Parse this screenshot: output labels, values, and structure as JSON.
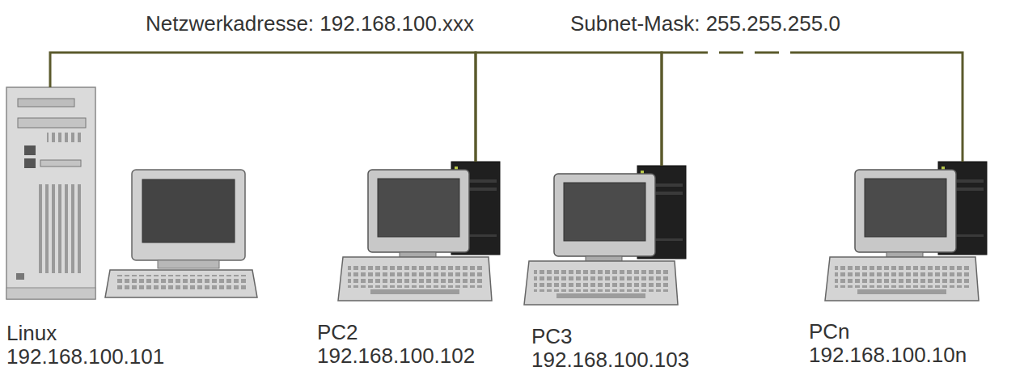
{
  "diagram": {
    "nodes": [
      {
        "text": [
          "Linux",
          "192.168.100.101"
        ]
      },
      {
        "text": [
          "PC2",
          "192.168.100.102"
        ]
      },
      {
        "text": [
          "PC3",
          "192.168.100.103"
        ]
      },
      {
        "text": [
          "PCn",
          "192.168.100.10n"
        ]
      }
    ],
    "edges": [
      {
        "from": 0,
        "to": 1,
        "arrow": "none"
      },
      {
        "from": 1,
        "to": 2,
        "arrow": "none"
      },
      {
        "from": 2,
        "to": 3,
        "arrow": "none"
      }
    ],
    "labels": [
      "Netzwerkadresse: 192.168.100.xxx",
      "Subnet-Mask: 255.255.255.0"
    ]
  }
}
